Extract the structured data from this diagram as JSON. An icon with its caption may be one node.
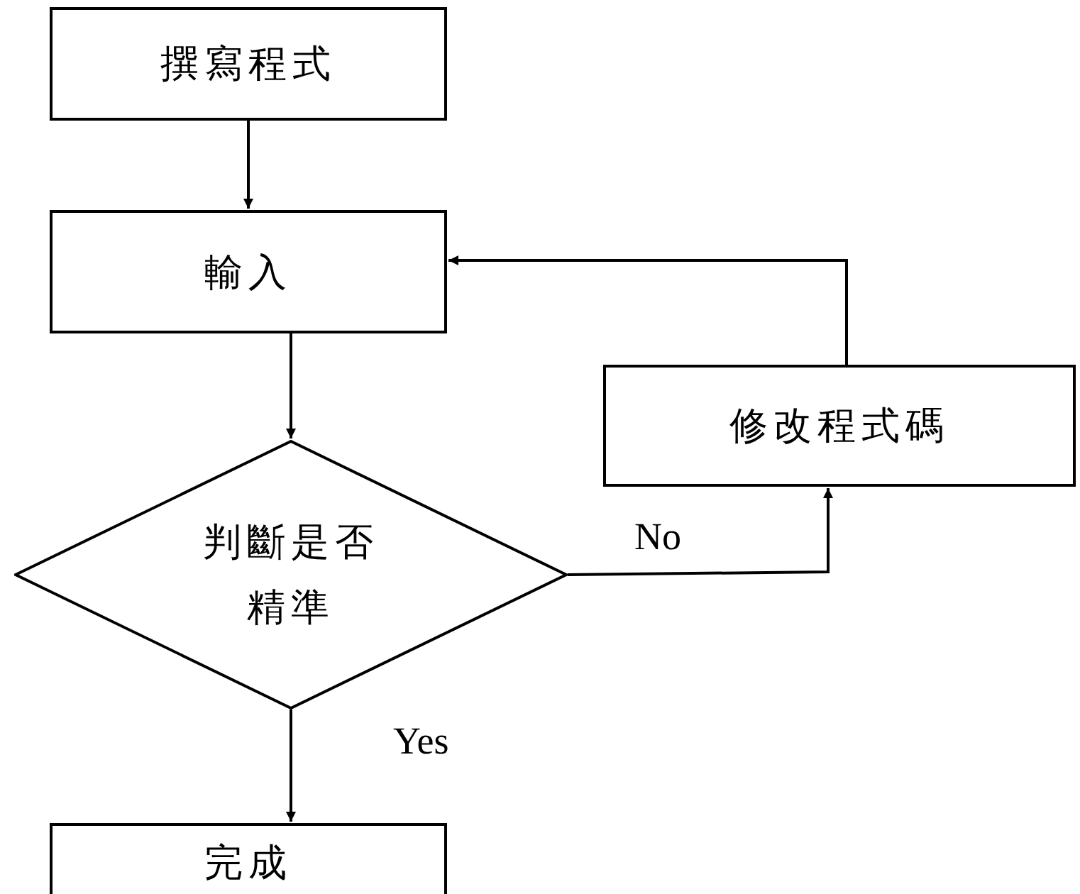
{
  "diagram": {
    "nodes": [
      {
        "text": [
          "撰寫程式"
        ]
      },
      {
        "text": [
          "輸入"
        ]
      },
      {
        "text": [
          "修改程式碼"
        ]
      },
      {
        "text": [
          "判斷是否精準"
        ]
      },
      {
        "text": [
          "完成"
        ]
      }
    ],
    "edges": [
      {
        "from": 0,
        "to": 1,
        "arrow": "to"
      },
      {
        "from": 1,
        "to": 3,
        "arrow": "to"
      },
      {
        "from": 3,
        "to": 2,
        "arrow": "to",
        "label": "No"
      },
      {
        "from": 2,
        "to": 1,
        "arrow": "to"
      },
      {
        "from": 3,
        "to": 4,
        "arrow": "to",
        "label": "Yes"
      }
    ]
  }
}
